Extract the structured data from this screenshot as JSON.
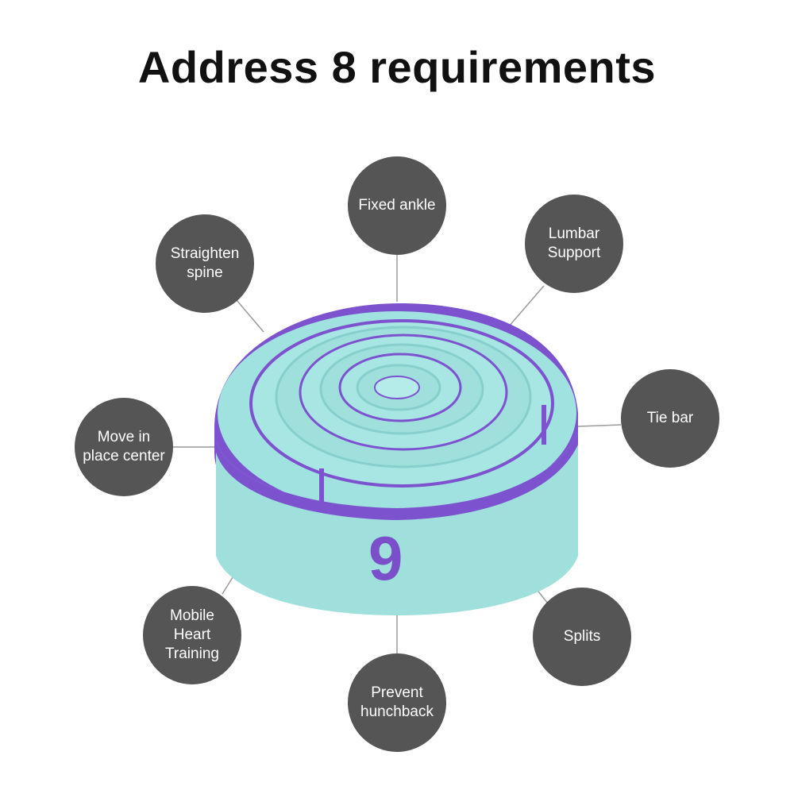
{
  "title": "Address 8 requirements",
  "product": {
    "number": "9",
    "band_color": "#9fe0df",
    "accent_color": "#7a4fc9"
  },
  "bubble_color": "#555555",
  "features": [
    {
      "label": "Fixed ankle"
    },
    {
      "label": "Lumbar\nSupport"
    },
    {
      "label": "Tie bar"
    },
    {
      "label": "Splits"
    },
    {
      "label": "Prevent\nhunchback"
    },
    {
      "label": "Mobile Heart\nTraining"
    },
    {
      "label": "Move in\nplace center"
    },
    {
      "label": "Straighten\nspine"
    }
  ]
}
